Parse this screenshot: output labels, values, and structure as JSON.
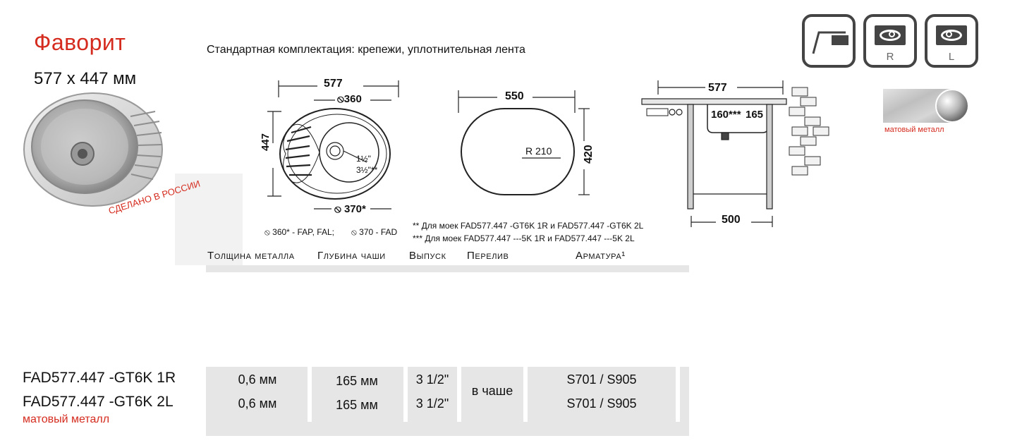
{
  "header": {
    "title": "Фаворит",
    "size": "577 x 447 мм",
    "standard_kit": "Стандартная комплектация: крепежи, уплотнительная лента"
  },
  "badge": {
    "made_in": "СДЕЛАНО В РОССИИ"
  },
  "icons": [
    {
      "name": "mount-type-icon",
      "letter": ""
    },
    {
      "name": "bowl-right-icon",
      "letter": "R"
    },
    {
      "name": "bowl-left-icon",
      "letter": "L"
    }
  ],
  "finish": {
    "label": "матовый металл"
  },
  "drawing_top": {
    "width": "577",
    "drain_diameter": "⦸360",
    "height": "447",
    "drain1": "1½\"",
    "drain2": "3½\"**",
    "bottom_diameter": "⦸ 370*",
    "footnote_a": "⦸ 360* - FAP, FAL;",
    "footnote_b": "⦸ 370 - FAD"
  },
  "drawing_cutout": {
    "width": "550",
    "radius": "R 210",
    "height": "420"
  },
  "drawing_side": {
    "width": "577",
    "depth1": "160***",
    "depth2": "165",
    "cabinet": "500"
  },
  "notes": {
    "line1": "** Для моек FAD577.447 -GT6K 1R и FAD577.447 -GT6K 2L",
    "line2": "*** Для моек FAD577.447 ---5K 1R и FAD577.447 ---5K 2L"
  },
  "table": {
    "headers": [
      "Толщина металла",
      "Глубина чаши",
      "Выпуск",
      "Перелив",
      "Арматура¹"
    ],
    "rows": [
      {
        "model": "FAD577.447 -GT6K 1R",
        "thickness": "0,6 мм",
        "depth": "165 мм",
        "outlet": "3 1/2\"",
        "fittings": "S701 / S905"
      },
      {
        "model": "FAD577.447 -GT6K 2L",
        "thickness": "0,6 мм",
        "depth": "165 мм",
        "outlet": "3 1/2\"",
        "fittings": "S701 / S905"
      }
    ],
    "overflow": "в чаше",
    "finish_note": "матовый металл"
  }
}
